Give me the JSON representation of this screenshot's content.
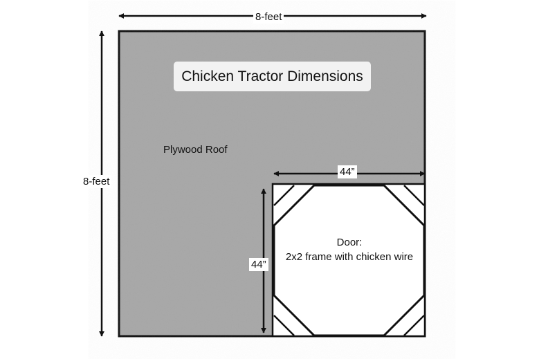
{
  "title": "Chicken Tractor Dimensions",
  "roof": {
    "label": "Plywood Roof",
    "width_label": "8-feet",
    "height_label": "8-feet"
  },
  "door": {
    "label_line1": "Door:",
    "label_line2": "2x2 frame with chicken wire",
    "width_label": "44”",
    "height_label": "44”"
  },
  "colors": {
    "roof": "#a7a7a7",
    "outline": "#111111",
    "door_fill": "#ffffff",
    "title_bg": "#f2f2f2"
  }
}
